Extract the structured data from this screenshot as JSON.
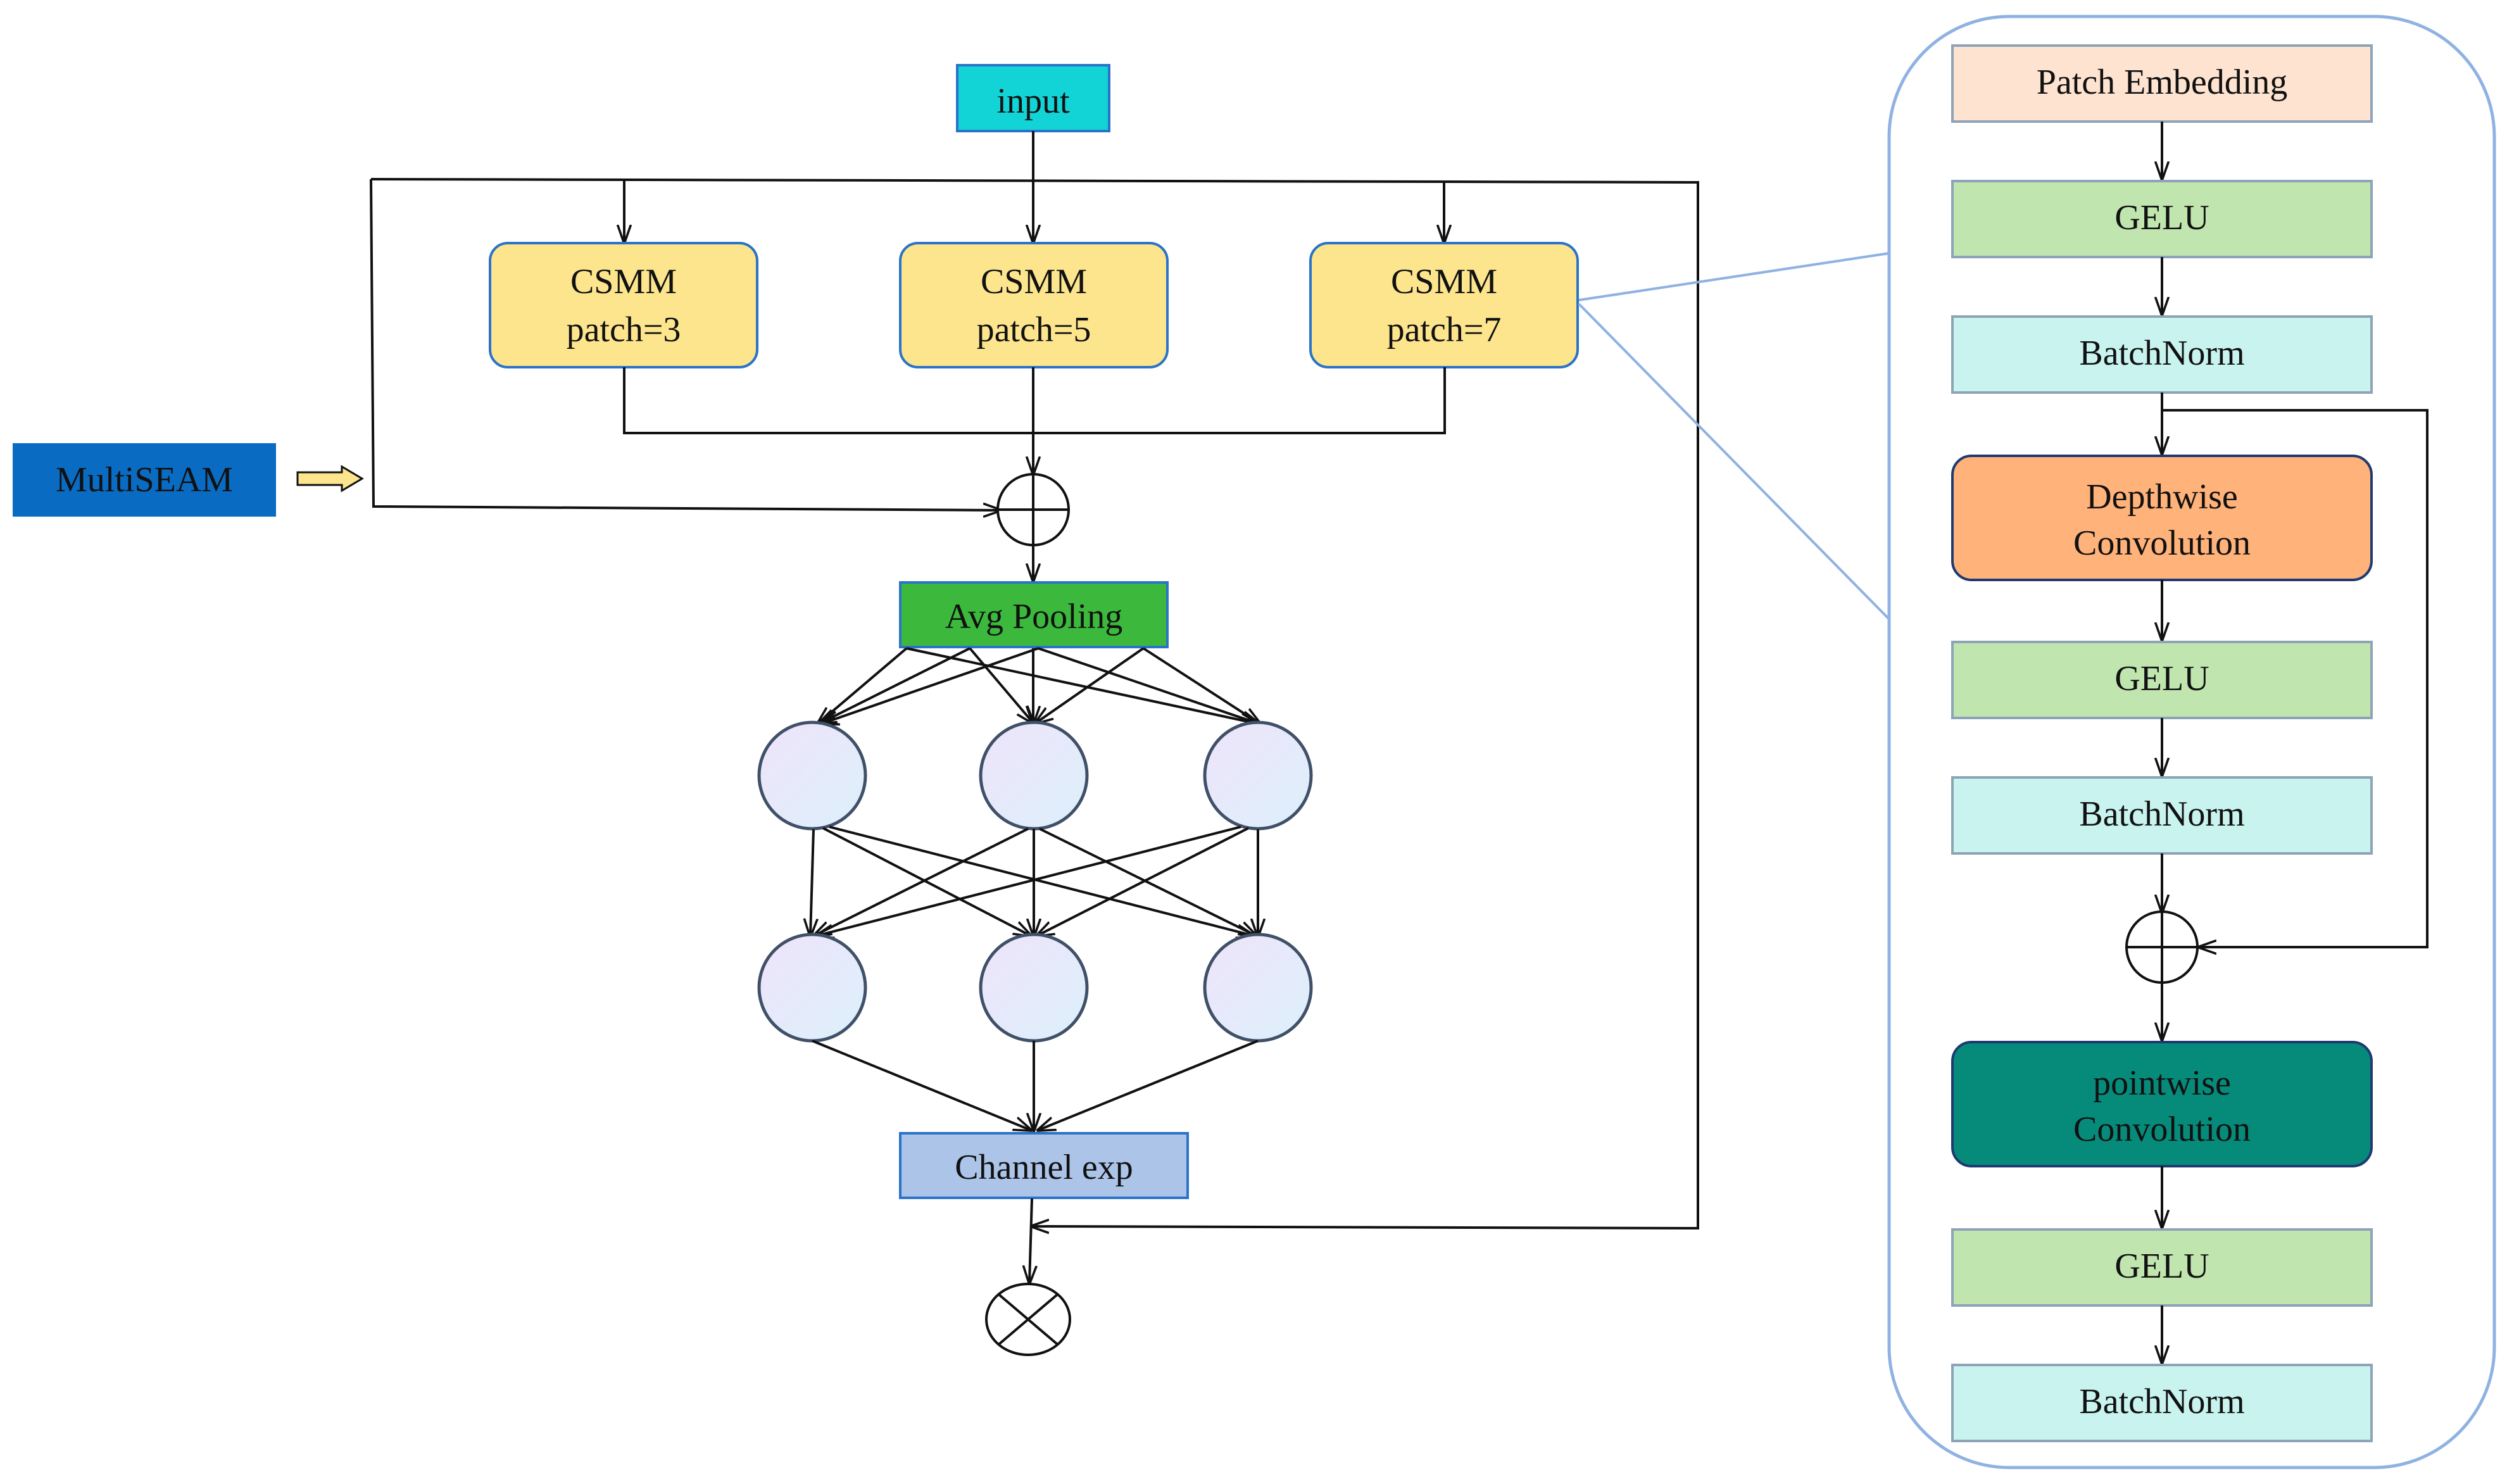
{
  "left_module": {
    "input_label": "input",
    "multiseam_label": "MultiSEAM",
    "branches": [
      {
        "line1": "CSMM",
        "line2": "patch=3"
      },
      {
        "line1": "CSMM",
        "line2": "patch=5"
      },
      {
        "line1": "CSMM",
        "line2": "patch=7"
      }
    ],
    "avg_pooling_label": "Avg Pooling",
    "channel_exp_label": "Channel exp"
  },
  "right_panel": {
    "blocks": [
      {
        "line1": "Patch Embedding",
        "line2": ""
      },
      {
        "line1": "GELU",
        "line2": ""
      },
      {
        "line1": "BatchNorm",
        "line2": ""
      },
      {
        "line1": "Depthwise",
        "line2": "Convolution"
      },
      {
        "line1": "GELU",
        "line2": ""
      },
      {
        "line1": "BatchNorm",
        "line2": ""
      },
      {
        "line1": "pointwise",
        "line2": "Convolution"
      },
      {
        "line1": "GELU",
        "line2": ""
      },
      {
        "line1": "BatchNorm",
        "line2": ""
      }
    ]
  },
  "colors": {
    "input_fill": "#12d4d6",
    "multiseam_fill": "#0a6bc2",
    "csmm_fill": "#fde58e",
    "avg_pool_fill": "#3cb93c",
    "channel_exp_fill": "#adc4e9",
    "patch_embed_fill": "#fde3d0",
    "gelu_fill": "#c0e5af",
    "batchnorm_fill": "#c8f3ef",
    "depthwise_fill": "#ffb27a",
    "pointwise_fill": "#068a7a",
    "panel_stroke": "#8fb2e3",
    "node_fill": "#e6eefa"
  }
}
